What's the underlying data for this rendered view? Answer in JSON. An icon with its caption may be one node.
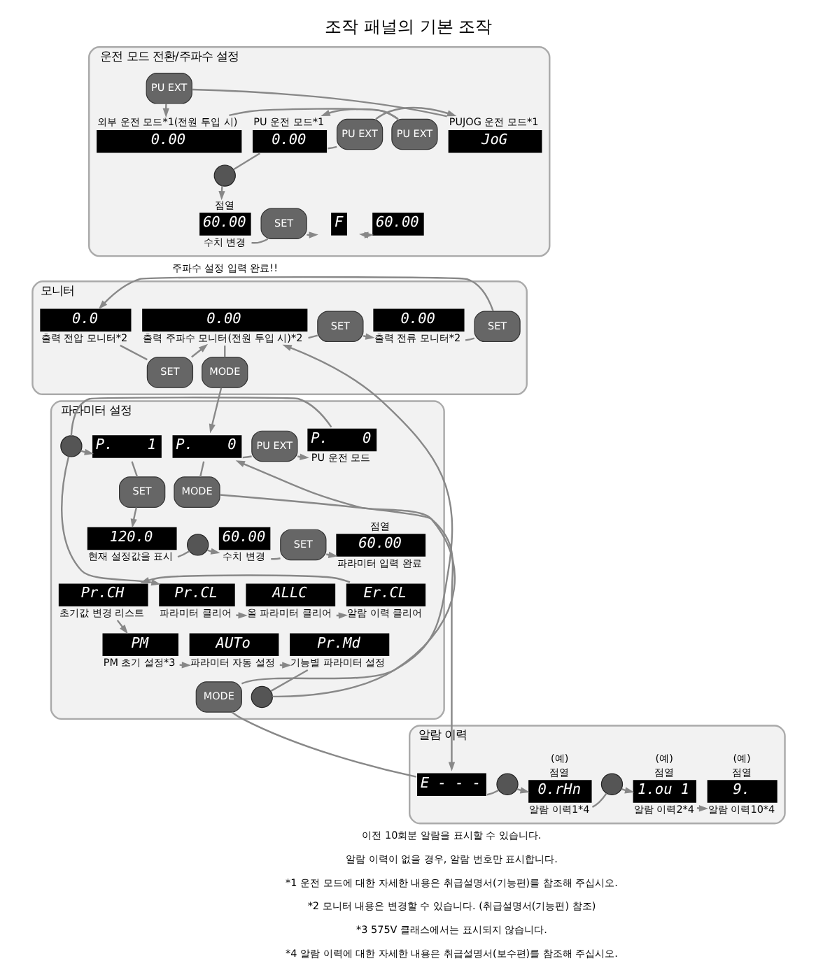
{
  "diagram": {
    "title": "조작 패널의 기본 조작",
    "nodes": [
      {
        "text": [
          "운전 모드 전환/주파수 설정"
        ]
      },
      {
        "text": [
          "PU EXT"
        ],
        "in": 0
      },
      {
        "text": [
          "외부 운전 모드*1(전원 투입 시)",
          "0.00"
        ],
        "in": 0
      },
      {
        "text": [
          "PU EXT"
        ],
        "in": 0
      },
      {
        "text": [
          "PU 운전 모드*1",
          "0.00"
        ],
        "in": 0
      },
      {
        "text": [
          "PU EXT"
        ],
        "in": 0
      },
      {
        "text": [
          "PUJOG 운전 모드*1",
          "JoG"
        ],
        "in": 0
      },
      {
        "text": [],
        "shape": "circle",
        "in": 0
      },
      {
        "text": [
          "점열",
          "60.00",
          "수치 변경"
        ],
        "in": 0
      },
      {
        "text": [
          "SET"
        ],
        "in": 0
      },
      {
        "text": [
          "F"
        ],
        "in": 0
      },
      {
        "text": [
          "60.00"
        ],
        "in": 0
      },
      {
        "text": [
          "모니터"
        ]
      },
      {
        "text": [
          "0.00",
          "출력 주파수 모니터(전원 투입 시)*2"
        ],
        "in": 12
      },
      {
        "text": [
          "SET"
        ],
        "in": 12
      },
      {
        "text": [
          "0.00",
          "출력 전류 모니터*2"
        ],
        "in": 12
      },
      {
        "text": [
          "SET"
        ],
        "in": 12
      },
      {
        "text": [
          "0.0",
          "출력 전압 모니터*2"
        ],
        "in": 12
      },
      {
        "text": [
          "SET"
        ],
        "in": 12
      },
      {
        "text": [
          "MODE"
        ],
        "in": 12
      },
      {
        "text": [
          "파라미터 설정"
        ]
      },
      {
        "text": [
          "P.    0"
        ],
        "in": 20
      },
      {
        "text": [
          "PU EXT"
        ],
        "in": 20
      },
      {
        "text": [
          "P.    0",
          "PU 운전 모드"
        ],
        "in": 20
      },
      {
        "text": [],
        "shape": "circle",
        "in": 20
      },
      {
        "text": [
          "P.    1"
        ],
        "in": 20
      },
      {
        "text": [
          "SET"
        ],
        "in": 20
      },
      {
        "text": [
          "120.0",
          "현재 설정값을 표시"
        ],
        "in": 20
      },
      {
        "text": [],
        "shape": "circle",
        "in": 20
      },
      {
        "text": [
          "60.00",
          "수치 변경"
        ],
        "in": 20
      },
      {
        "text": [
          "SET"
        ],
        "in": 20
      },
      {
        "text": [
          "점열",
          "60.00",
          "파라미터 입력 완료"
        ],
        "in": 20
      },
      {
        "text": [
          "Pr.CL",
          "파라미터 클리어"
        ],
        "in": 20
      },
      {
        "text": [
          "ALLC",
          "올 파라미터 클리어"
        ],
        "in": 20
      },
      {
        "text": [
          "Er.CL",
          "알람 이력 클리어"
        ],
        "in": 20
      },
      {
        "text": [
          "Pr.CH",
          "초기값 변경 리스트"
        ],
        "in": 20
      },
      {
        "text": [
          "PM",
          "PM 초기 설정*3"
        ],
        "in": 20
      },
      {
        "text": [
          "AUTo",
          "파라미터 자동 설정"
        ],
        "in": 20
      },
      {
        "text": [
          "Pr.Md",
          "기능별 파라미터 설정"
        ],
        "in": 20
      },
      {
        "text": [],
        "shape": "circle",
        "in": 20
      },
      {
        "text": [
          "MODE"
        ],
        "in": 20
      },
      {
        "text": [
          "MODE"
        ],
        "in": 20
      },
      {
        "text": [
          "알람 이력"
        ]
      },
      {
        "text": [
          "E - - -"
        ],
        "in": 42
      },
      {
        "text": [],
        "shape": "circle",
        "in": 42
      },
      {
        "text": [
          "(예)",
          "점열",
          "0.rHn",
          "알람 이력1*4"
        ],
        "in": 42
      },
      {
        "text": [],
        "shape": "circle",
        "in": 42
      },
      {
        "text": [
          "(예)",
          "점열",
          "1.ou 1",
          "알람 이력2*4"
        ],
        "in": 42
      },
      {
        "text": [
          "(예)",
          "점열",
          "9.",
          "알람 이력10*4"
        ],
        "in": 42
      }
    ],
    "edges": [
      {
        "from": 6,
        "to": 1,
        "arrow": "none"
      },
      {
        "from": 1,
        "to": 2,
        "arrow": "to"
      },
      {
        "from": 2,
        "to": 3,
        "arrow": "none"
      },
      {
        "from": 3,
        "to": 4,
        "arrow": "to"
      },
      {
        "from": 4,
        "to": 5,
        "arrow": "none"
      },
      {
        "from": 5,
        "to": 6,
        "arrow": "to"
      },
      {
        "from": 4,
        "to": 7,
        "arrow": "none"
      },
      {
        "from": 7,
        "to": 8,
        "arrow": "to"
      },
      {
        "from": 8,
        "to": 9,
        "arrow": "none"
      },
      {
        "from": 9,
        "to": 10,
        "arrow": "to"
      },
      {
        "from": 10,
        "to": 11,
        "arrow": "both",
        "style": "dashed"
      },
      {
        "from": 13,
        "to": 14,
        "arrow": "none"
      },
      {
        "from": 14,
        "to": 15,
        "arrow": "to"
      },
      {
        "from": 15,
        "to": 16,
        "arrow": "none"
      },
      {
        "from": 16,
        "to": 17,
        "arrow": "to"
      },
      {
        "from": 17,
        "to": 18,
        "arrow": "none"
      },
      {
        "from": 18,
        "to": 13,
        "arrow": "to"
      },
      {
        "from": 13,
        "to": 19,
        "arrow": "none"
      },
      {
        "from": 19,
        "to": 21,
        "arrow": "to"
      },
      {
        "from": 21,
        "to": 22,
        "arrow": "none"
      },
      {
        "from": 22,
        "to": 23,
        "arrow": "to"
      },
      {
        "from": 23,
        "to": 24,
        "arrow": "none"
      },
      {
        "from": 24,
        "to": 25,
        "arrow": "to"
      },
      {
        "from": 24,
        "to": 32,
        "arrow": "to"
      },
      {
        "from": 25,
        "to": 26,
        "arrow": "none"
      },
      {
        "from": 26,
        "to": 27,
        "arrow": "to"
      },
      {
        "from": 27,
        "to": 28,
        "arrow": "none"
      },
      {
        "from": 28,
        "to": 29,
        "arrow": "to"
      },
      {
        "from": 29,
        "to": 30,
        "arrow": "none"
      },
      {
        "from": 30,
        "to": 31,
        "arrow": "to"
      },
      {
        "from": 32,
        "to": 33,
        "arrow": "to"
      },
      {
        "from": 33,
        "to": 34,
        "arrow": "to"
      },
      {
        "from": 34,
        "to": 35,
        "arrow": "to"
      },
      {
        "from": 35,
        "to": 36,
        "arrow": "to"
      },
      {
        "from": 36,
        "to": 37,
        "arrow": "to"
      },
      {
        "from": 37,
        "to": 38,
        "arrow": "to"
      },
      {
        "from": 38,
        "to": 39,
        "arrow": "none"
      },
      {
        "from": 39,
        "to": 21,
        "arrow": "to"
      },
      {
        "from": 21,
        "to": 40,
        "arrow": "none"
      },
      {
        "from": 40,
        "to": 43,
        "arrow": "to"
      },
      {
        "from": 43,
        "to": 41,
        "arrow": "none"
      },
      {
        "from": 41,
        "to": 13,
        "arrow": "to"
      },
      {
        "from": 43,
        "to": 44,
        "arrow": "none"
      },
      {
        "from": 44,
        "to": 45,
        "arrow": "to"
      },
      {
        "from": 45,
        "to": 46,
        "arrow": "none"
      },
      {
        "from": 46,
        "to": 47,
        "arrow": "to"
      },
      {
        "from": 47,
        "to": 48,
        "arrow": "to",
        "style": "dashed"
      }
    ],
    "labels": [
      "주파수 설정 입력 완료!!",
      "이전 10회분 알람을 표시할 수 있습니다.",
      "알람 이력이 없을 경우, 알람 번호만 표시합니다.",
      "*1 운전 모드에 대한 자세한 내용은 취급설명서(기능편)를 참조해 주십시오.",
      "*2 모니터 내용은 변경할 수 있습니다. (취급설명서(기능편) 참조)",
      "*3 575V 클래스에서는 표시되지 않습니다.",
      "*4 알람 이력에 대한 자세한 내용은 취급설명서(보수편)를 참조해 주십시오."
    ]
  }
}
